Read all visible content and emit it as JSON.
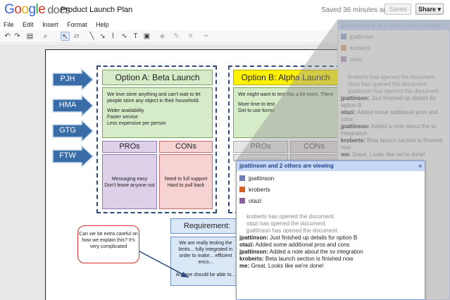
{
  "app": {
    "brand": "Google docs",
    "doc_title": "Product Launch Plan",
    "save_status": "Saved 36 minutes ago",
    "saved_button": "Saved",
    "share_button": "Share ▾"
  },
  "menu": [
    "File",
    "Edit",
    "Insert",
    "Format",
    "Help"
  ],
  "toolbar": [
    "undo-icon",
    "redo-icon",
    "paint-icon",
    "zoom-icon",
    "select-icon",
    "shape-icon",
    "line-icon",
    "arrow-icon",
    "polyline-icon",
    "scribble-icon",
    "text-icon",
    "image-icon",
    "fill-color-icon",
    "line-color-icon",
    "line-weight-icon",
    "line-dash-icon"
  ],
  "diagram": {
    "arrows": [
      "PJH",
      "HMA",
      "GTG",
      "FTW"
    ],
    "option_a": {
      "title": "Option A: Beta Launch",
      "text": [
        "We love store anything and can't wait to let people store any object in their household.",
        "Wider availability",
        "Faster service",
        "Less expensive per person"
      ],
      "pros_label": "PROs",
      "cons_label": "CONs",
      "pros": "Messaging easy\nDon't leave anyone out",
      "cons": "Need to full support\nHard to pull back"
    },
    "option_b": {
      "title": "Option B: Alpha Launch",
      "text": [
        "We might want to test this a bit more.  There is so much going on that something could go wrong",
        "More time to test",
        "Get to use forms"
      ],
      "pros_label": "PROs",
      "cons_label": "CONs"
    },
    "requirement": {
      "title": "Requirement: SV",
      "text": "We are really testing the limits... fully integrated in order to make... efficient enco...\n\nAnyone should be able to..."
    },
    "comment": "Can we be extra careful on how we explain this?  It's very complicated"
  },
  "chat": {
    "header": "jpattinson and 2 others are viewing",
    "collapse_glyph": "«",
    "users": [
      {
        "name": "jpattinson",
        "color": "#6f7fb5"
      },
      {
        "name": "kroberts",
        "color": "#d4612a"
      },
      {
        "name": "otazi",
        "color": "#8a5f9a"
      }
    ],
    "system": [
      "kroberts has opened the document.",
      "otazi has opened the document.",
      "jpattinson has opened the document."
    ],
    "messages": [
      {
        "author": "jpattinson:",
        "text": "Just finished up details for option B"
      },
      {
        "author": "otazi:",
        "text": "Added some additional pros and cons"
      },
      {
        "author": "jpattinson:",
        "text": "Added a note about the sv integration"
      },
      {
        "author": "kroberts:",
        "text": "Beta launch section is finished now"
      },
      {
        "author": "me:",
        "text": "Great. Looks like we're done!"
      }
    ]
  },
  "colors": {
    "arrow_fill": "#3a6da8",
    "dash": "#2c4a7a",
    "chat_header": "#c6d8f5"
  }
}
